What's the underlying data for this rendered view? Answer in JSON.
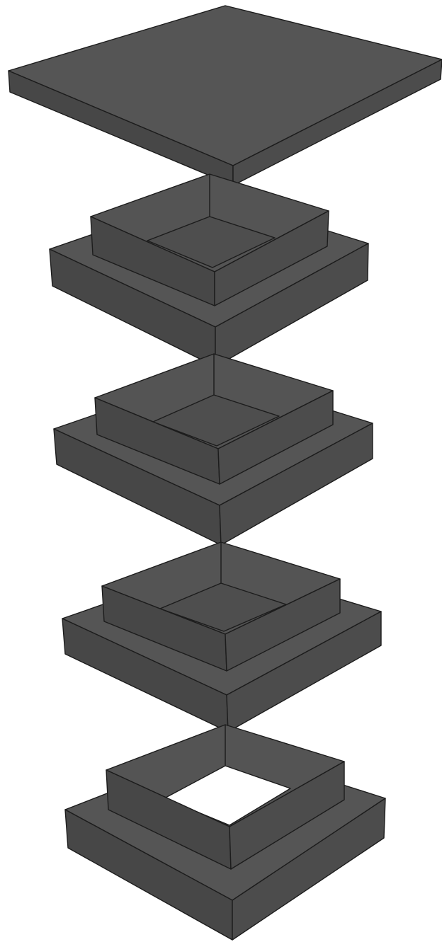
{
  "figure": {
    "description_free": true,
    "style": {
      "face_color": "#4a4a4a",
      "edge_color": "#1c1c1c",
      "hole_color": "#ffffff",
      "background": "#ffffff"
    },
    "parts": [
      {
        "id": "lid",
        "kind": "flat-slab"
      },
      {
        "id": "tier-1",
        "kind": "stepped-box"
      },
      {
        "id": "tier-2",
        "kind": "stepped-box"
      },
      {
        "id": "tier-3",
        "kind": "stepped-box"
      },
      {
        "id": "base",
        "kind": "stepped-frame-open"
      }
    ]
  }
}
